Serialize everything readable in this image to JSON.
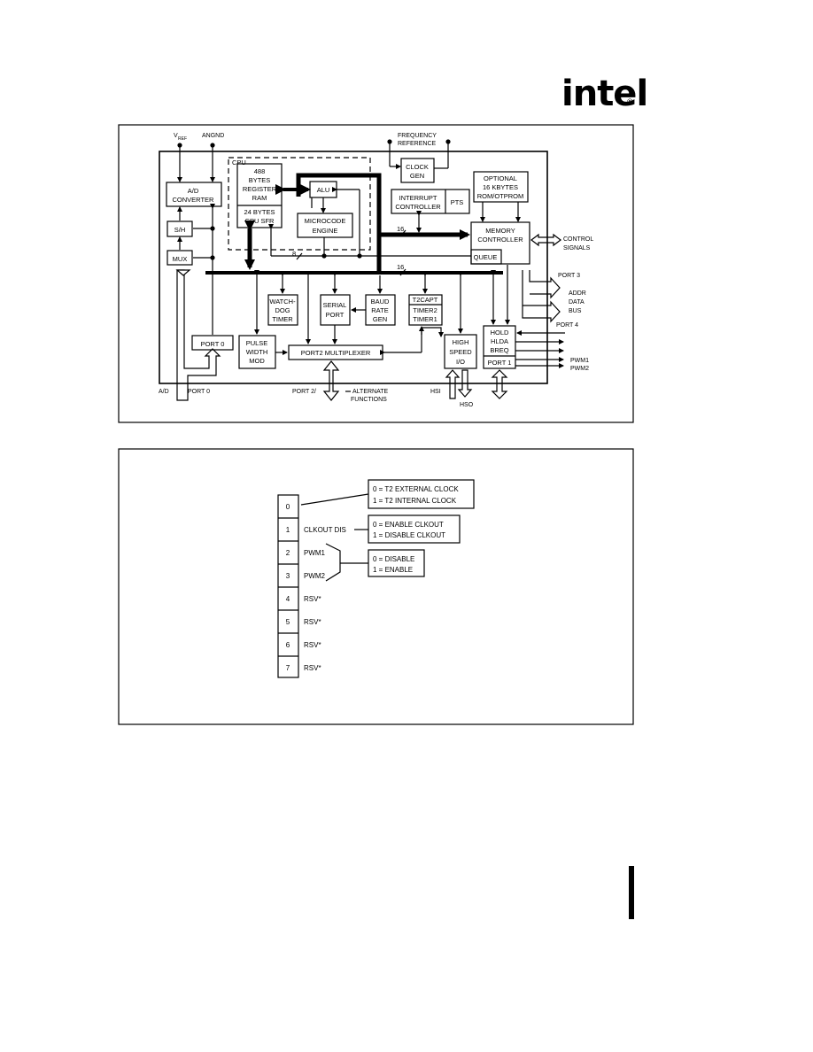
{
  "brand": {
    "logo": "intel",
    "reg": "®"
  },
  "block_diagram": {
    "pins": {
      "vref": "V",
      "vref_sub": "REF",
      "angnd": "ANGND",
      "freq_ref_1": "FREQUENCY",
      "freq_ref_2": "REFERENCE"
    },
    "blocks": {
      "cpu": "CPU",
      "ram_1": "488",
      "ram_2": "BYTES",
      "ram_3": "REGISTER",
      "ram_4": "RAM",
      "sfr_1": "24 BYTES",
      "sfr_2": "CPU SFR",
      "alu": "ALU",
      "microcode_1": "MICROCODE",
      "microcode_2": "ENGINE",
      "clock_1": "CLOCK",
      "clock_2": "GEN",
      "optional_1": "OPTIONAL",
      "optional_2": "16 KBYTES",
      "optional_3": "ROM/OTPROM",
      "interrupt_1": "INTERRUPT",
      "interrupt_2": "CONTROLLER",
      "pts": "PTS",
      "memctl_1": "MEMORY",
      "memctl_2": "CONTROLLER",
      "queue": "QUEUE",
      "ad_1": "A/D",
      "ad_2": "CONVERTER",
      "sh": "S/H",
      "mux": "MUX",
      "watchdog_1": "WATCH-",
      "watchdog_2": "DOG",
      "watchdog_3": "TIMER",
      "serial_1": "SERIAL",
      "serial_2": "PORT",
      "baud_1": "BAUD",
      "baud_2": "RATE",
      "baud_3": "GEN",
      "t2capt": "T2CAPT",
      "timer2": "TIMER2",
      "timer1": "TIMER1",
      "port0": "PORT 0",
      "pwm_1": "PULSE",
      "pwm_2": "WIDTH",
      "pwm_3": "MOD",
      "port2mux": "PORT2 MULTIPLEXER",
      "hso_1": "HIGH",
      "hso_2": "SPEED",
      "hso_3": "I/O",
      "hold_1": "HOLD",
      "hold_2": "HLDA",
      "hold_3": "BREQ",
      "port1": "PORT 1"
    },
    "labels": {
      "bus16_a": "16",
      "bus16_b": "16",
      "bus8": "8",
      "control_1": "CONTROL",
      "control_2": "SIGNALS",
      "port3": "PORT 3",
      "port4": "PORT 4",
      "addr": "ADDR",
      "data": "DATA",
      "bus": "BUS",
      "pwm1": "PWM1",
      "pwm2": "PWM2",
      "ad_bottom": "A/D",
      "port0_bottom": "PORT 0",
      "port2_bottom": "PORT 2/",
      "alt_1": "ALTERNATE",
      "alt_2": "FUNCTIONS",
      "hsi": "HSI",
      "hso": "HSO"
    }
  },
  "register_diagram": {
    "bits": [
      {
        "num": "0",
        "name": ""
      },
      {
        "num": "1",
        "name": "CLKOUT DIS"
      },
      {
        "num": "2",
        "name": "PWM1"
      },
      {
        "num": "3",
        "name": "PWM2"
      },
      {
        "num": "4",
        "name": "RSV*"
      },
      {
        "num": "5",
        "name": "RSV*"
      },
      {
        "num": "6",
        "name": "RSV*"
      },
      {
        "num": "7",
        "name": "RSV*"
      }
    ],
    "notes": {
      "clock_1": "0 = T2 EXTERNAL CLOCK",
      "clock_2": "1 = T2 INTERNAL CLOCK",
      "clkout_1": "0 = ENABLE CLKOUT",
      "clkout_2": "1 = DISABLE CLKOUT",
      "pwm_1": "0 = DISABLE",
      "pwm_2": "1 = ENABLE"
    }
  }
}
